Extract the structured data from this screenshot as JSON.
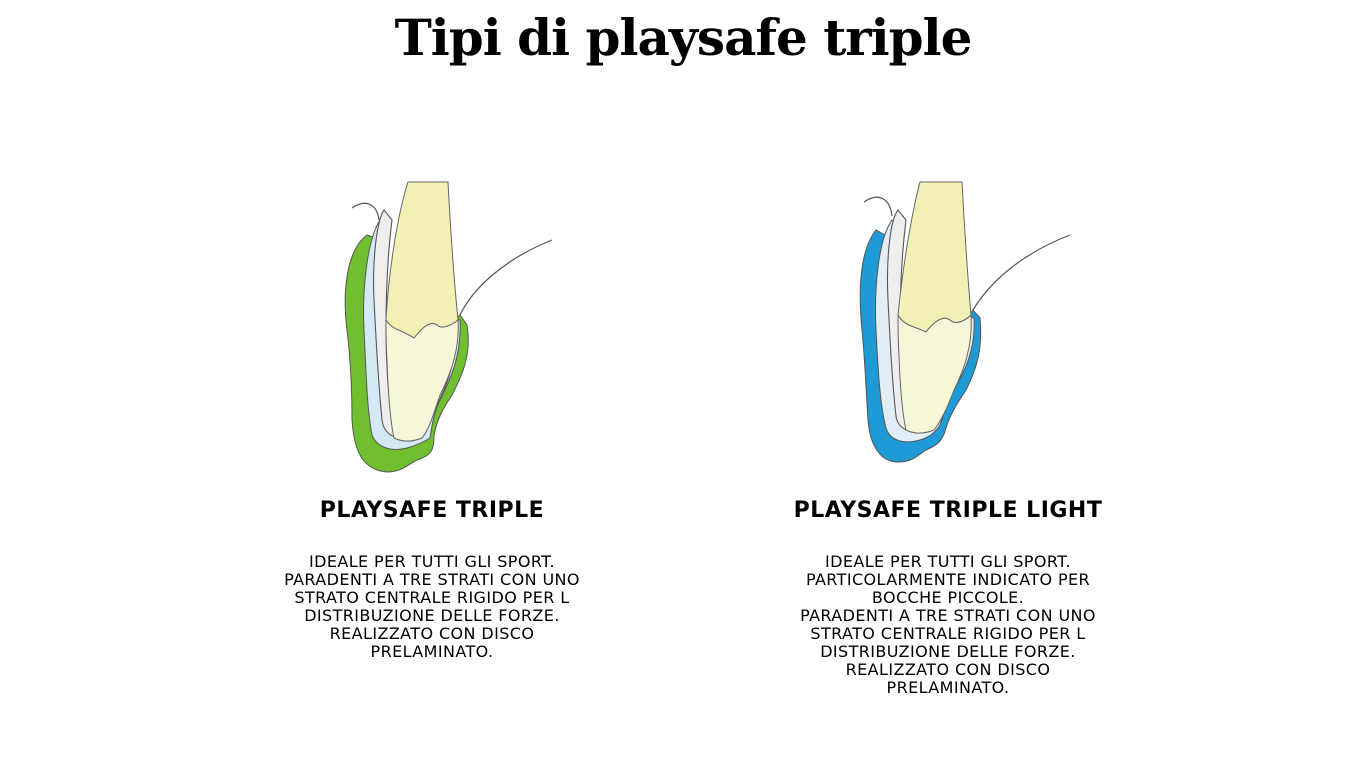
{
  "page": {
    "title": "Tipi di playsafe triple"
  },
  "cards": [
    {
      "title": "PLAYSAFE TRIPLE",
      "illustration_icon": "mouthguard-tooth-cross-section-icon",
      "layer_color": "#6fbf2e",
      "description_lines": [
        "IDEALE PER TUTTI GLI SPORT.",
        "PARADENTI A TRE STRATI CON UNO",
        "STRATO CENTRALE RIGIDO PER L",
        "DISTRIBUZIONE DELLE FORZE.",
        "REALIZZATO CON DISCO",
        "PRELAMINATO."
      ]
    },
    {
      "title": "PLAYSAFE TRIPLE LIGHT",
      "illustration_icon": "mouthguard-tooth-cross-section-icon",
      "layer_color": "#1e9ad6",
      "description_lines": [
        "IDEALE PER TUTTI GLI SPORT.",
        "PARTICOLARMENTE INDICATO PER",
        "BOCCHE PICCOLE.",
        "PARADENTI A TRE STRATI CON UNO",
        "STRATO CENTRALE RIGIDO PER L",
        "DISTRIBUZIONE DELLE FORZE.",
        "REALIZZATO CON DISCO",
        "PRELAMINATO."
      ]
    }
  ]
}
